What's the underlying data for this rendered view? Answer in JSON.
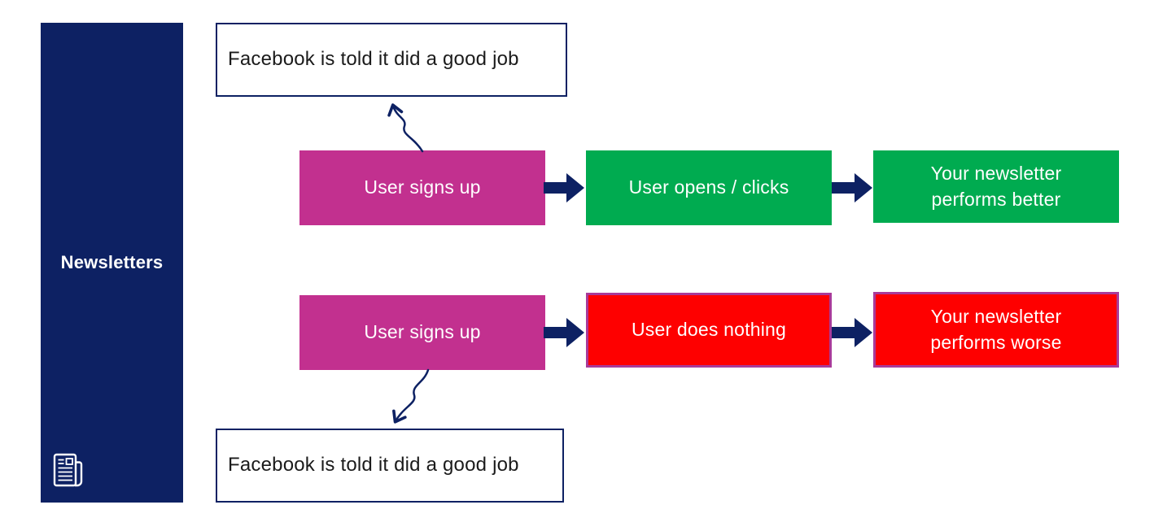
{
  "diagram_title": "Newsletters",
  "colors": {
    "navy": "#0d2163",
    "magenta": "#c2308f",
    "green": "#00ab50",
    "red": "#fe0000",
    "red_border": "#a93a99",
    "box_text": "#ffffff",
    "feedback_text": "#1b1b1b",
    "background": "#ffffff"
  },
  "sidebar": {
    "title": "Newsletters",
    "icon": "newspaper-icon"
  },
  "feedback": {
    "top": "Facebook is told it did a good job",
    "bottom": "Facebook is told it did a good job"
  },
  "flows": [
    {
      "name": "positive",
      "steps": [
        {
          "label": "User signs up",
          "color": "#c2308f"
        },
        {
          "label": "User opens / clicks",
          "color": "#00ab50"
        },
        {
          "label": "Your newsletter performs better",
          "color": "#00ab50"
        }
      ]
    },
    {
      "name": "negative",
      "steps": [
        {
          "label": "User signs up",
          "color": "#c2308f"
        },
        {
          "label": "User does nothing",
          "color": "#fe0000"
        },
        {
          "label": "Your newsletter performs worse",
          "color": "#fe0000"
        }
      ]
    }
  ]
}
